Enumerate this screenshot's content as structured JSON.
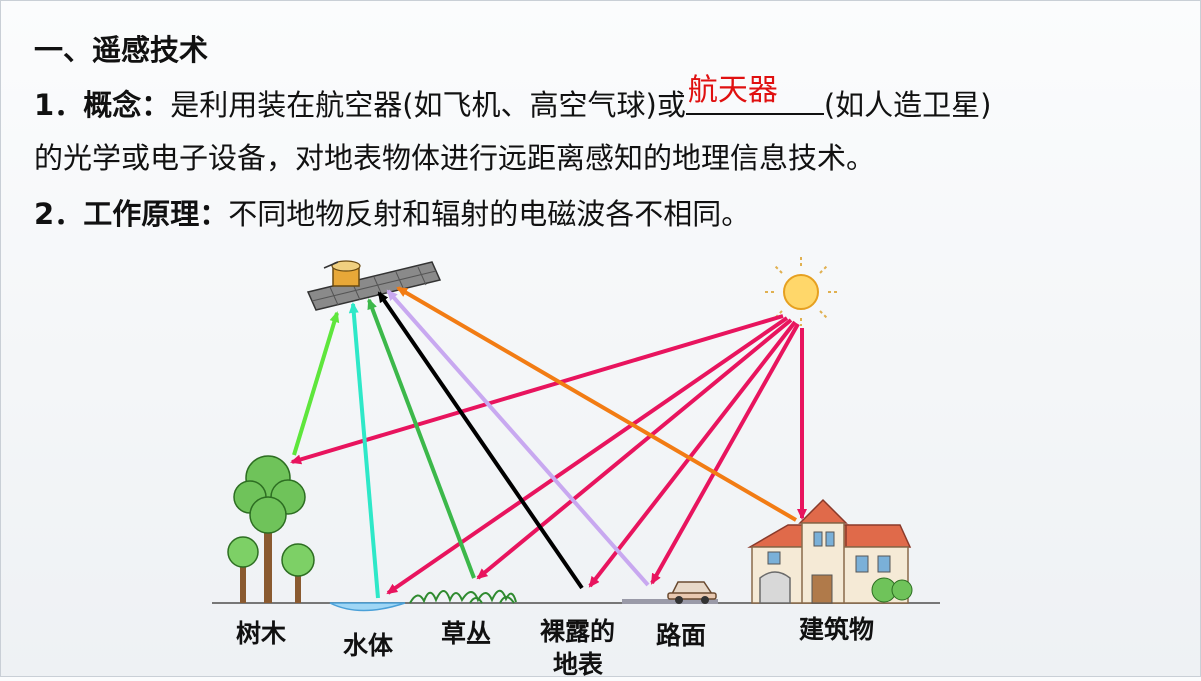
{
  "heading": "一、遥感技术",
  "concept": {
    "num": "1．",
    "label": "概念：",
    "text_before": "是利用装在航空器(如飞机、高空气球)或",
    "blank_answer": "航天器",
    "text_after": "(如人造卫星)",
    "line2": "的光学或电子设备，对地表物体进行远距离感知的地理信息技术。"
  },
  "principle": {
    "num": "2．",
    "label": "工作原理：",
    "text": "不同地物反射和辐射的电磁波各不相同。"
  },
  "diagram": {
    "labels": {
      "tree": "树木",
      "water": "水体",
      "grass": "草丛",
      "bare_line1": "裸露的",
      "bare_line2": "地表",
      "road": "路面",
      "building": "建筑物"
    },
    "colors": {
      "incoming": "#e8145e",
      "tree": "#5ee63c",
      "water": "#2ee8c8",
      "grass": "#3cb84a",
      "bare": "#000000",
      "road": "#c8a8f0",
      "building": "#f27c14",
      "answer": "#e01010"
    }
  }
}
